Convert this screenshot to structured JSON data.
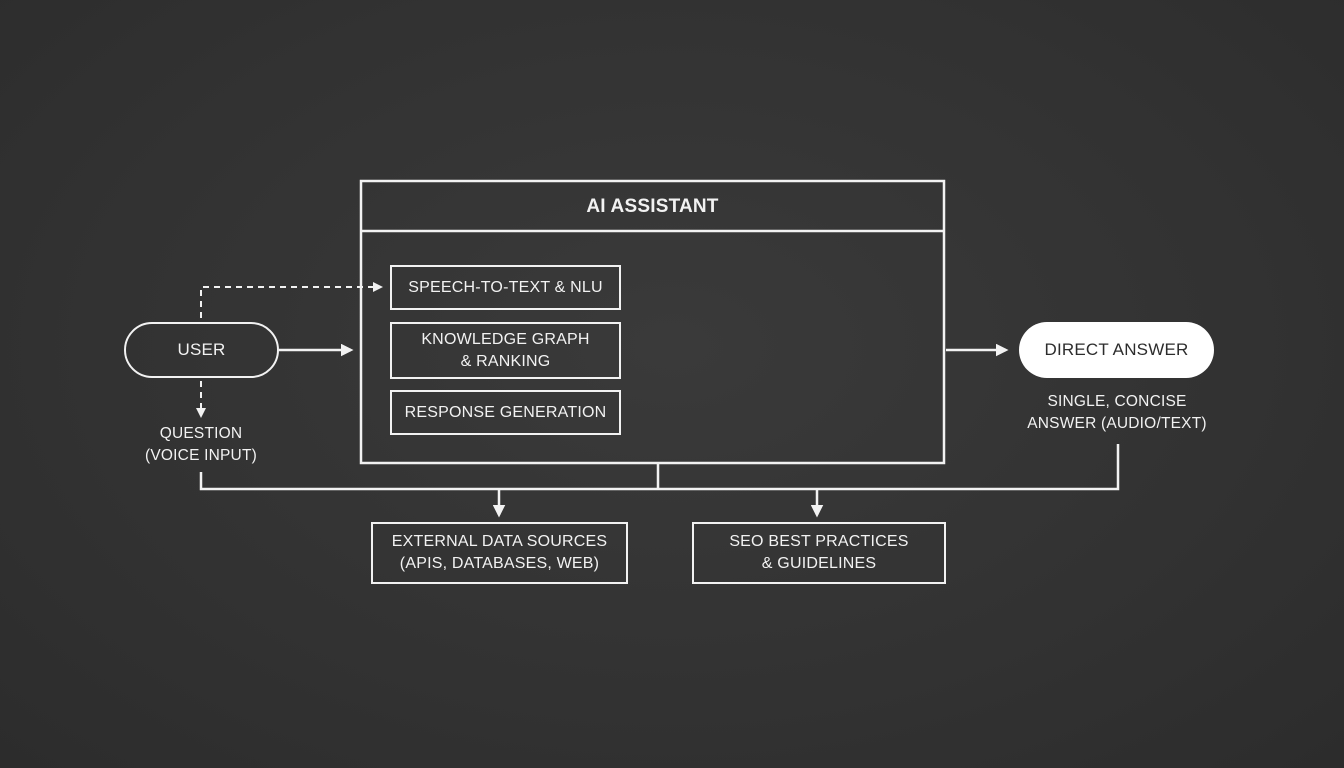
{
  "colors": {
    "background": "#333333",
    "stroke": "#f2f2f2",
    "answer_fill": "#ffffff",
    "answer_text": "#2c2c2c"
  },
  "assistant": {
    "title": "AI ASSISTANT",
    "modules": [
      {
        "lines": [
          "SPEECH-TO-TEXT & NLU"
        ]
      },
      {
        "lines": [
          "KNOWLEDGE GRAPH",
          "& RANKING"
        ]
      },
      {
        "lines": [
          "RESPONSE GENERATION"
        ]
      }
    ]
  },
  "user": {
    "label": "USER",
    "caption": [
      "QUESTION",
      "(VOICE INPUT)"
    ]
  },
  "answer": {
    "label": "DIRECT ANSWER",
    "caption": [
      "SINGLE, CONCISE",
      "ANSWER (AUDIO/TEXT)"
    ]
  },
  "sources": [
    {
      "lines": [
        "EXTERNAL DATA SOURCES",
        "(APIS, DATABASES, WEB)"
      ]
    },
    {
      "lines": [
        "SEO BEST PRACTICES",
        "& GUIDELINES"
      ]
    }
  ]
}
